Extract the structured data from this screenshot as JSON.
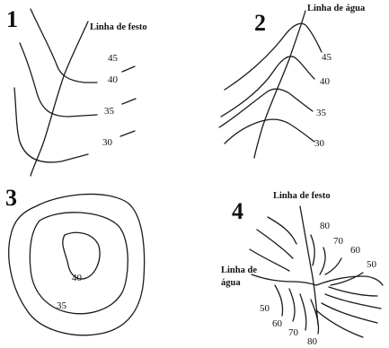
{
  "panels": [
    {
      "number": "1",
      "line_label": "Linha de festo",
      "contour_labels": [
        "45",
        "40",
        "35",
        "30"
      ]
    },
    {
      "number": "2",
      "line_label": "Linha de água",
      "contour_labels": [
        "45",
        "40",
        "35",
        "30"
      ]
    },
    {
      "number": "3",
      "contour_labels": [
        "40",
        "35"
      ]
    },
    {
      "number": "4",
      "top_label": "Linha de festo",
      "left_label_line1": "Linha de",
      "left_label_line2": "água",
      "contour_labels": [
        "80",
        "70",
        "60",
        "50",
        "50",
        "60",
        "70",
        "80"
      ]
    }
  ]
}
